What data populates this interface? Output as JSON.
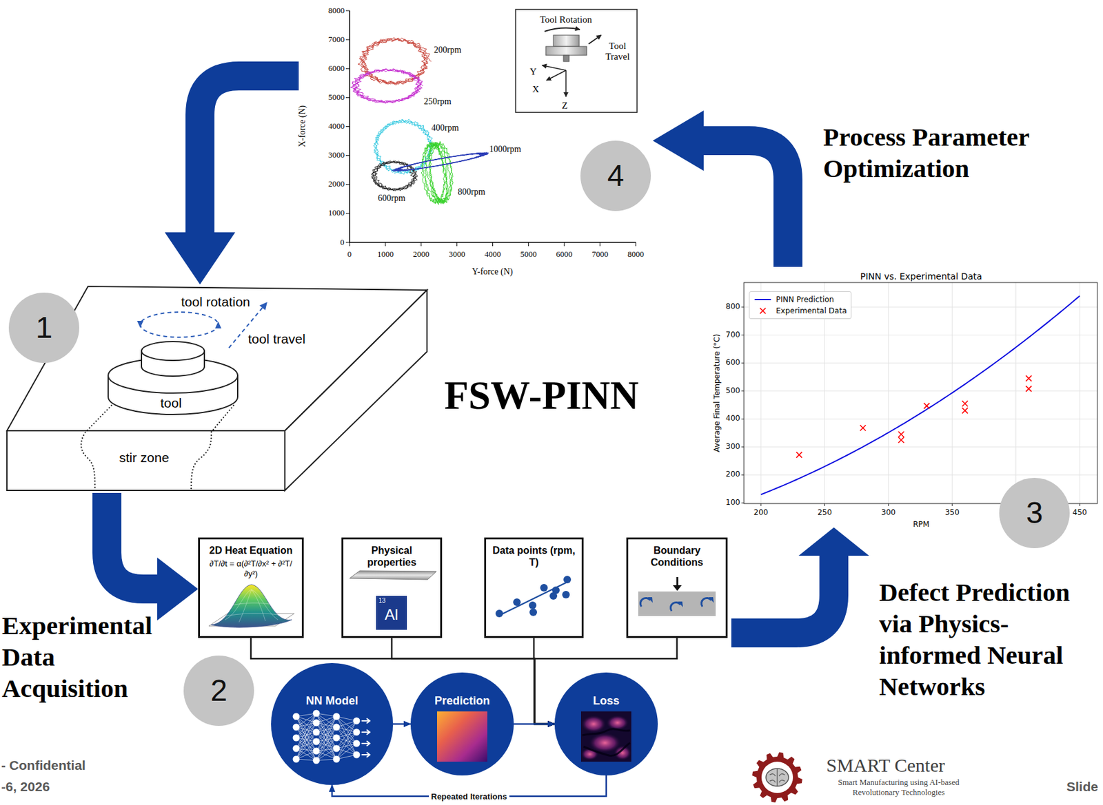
{
  "diagram": {
    "title": "FSW-PINN",
    "nodes": [
      {
        "text": [
          "2D Heat Equation",
          "∂T/∂t = α(∂²T/∂x² + ∂²T/∂y²)"
        ]
      },
      {
        "text": [
          "Physical properties"
        ]
      },
      {
        "text": [
          "13",
          "Al"
        ],
        "in": 1
      },
      {
        "text": [
          "Data points (rpm, T)"
        ]
      },
      {
        "text": [
          "Boundary Conditions"
        ]
      },
      {
        "text": [
          "NN Model"
        ]
      },
      {
        "text": [
          "Prediction"
        ]
      },
      {
        "text": [
          "Loss"
        ]
      }
    ],
    "edges": [
      {
        "from": 0,
        "to": 7,
        "arrow": "to"
      },
      {
        "from": 1,
        "to": 7,
        "arrow": "to"
      },
      {
        "from": 3,
        "to": 7,
        "arrow": "to"
      },
      {
        "from": 4,
        "to": 7,
        "arrow": "to"
      },
      {
        "from": 5,
        "to": 6,
        "arrow": "to"
      },
      {
        "from": 6,
        "to": 7,
        "arrow": "to"
      },
      {
        "from": 7,
        "to": 5,
        "label": "Repeated Iterations",
        "arrow": "to"
      }
    ],
    "labels": [
      "1",
      "2",
      "3",
      "4",
      "Process Parameter Optimization",
      "Experimental Data Acquisition",
      "Defect Prediction via Physics-informed Neural Networks",
      "tool rotation",
      "tool travel",
      "tool",
      "stir zone",
      "X-force (N)",
      "Y-force (N)",
      "0",
      "1000",
      "2000",
      "3000",
      "4000",
      "5000",
      "6000",
      "7000",
      "8000",
      "0",
      "1000",
      "2000",
      "3000",
      "4000",
      "5000",
      "6000",
      "7000",
      "8000",
      "200rpm",
      "250rpm",
      "400rpm",
      "1000rpm",
      "800rpm",
      "600rpm",
      "Tool Rotation",
      "Tool Travel",
      "Y",
      "X",
      "Z",
      "PINN vs. Experimental Data",
      "Average Final Temperature (°C)",
      "RPM",
      "100",
      "200",
      "300",
      "400",
      "500",
      "600",
      "700",
      "800",
      "200",
      "250",
      "300",
      "350",
      "450",
      "- Confidential",
      "-6, 2026",
      "SMART Center",
      "Smart Manufacturing using AI-based Revolutionary Technologies",
      "Slide"
    ],
    "legend": [
      {
        "text": "PINN Prediction"
      },
      {
        "text": "Experimental Data"
      }
    ]
  }
}
